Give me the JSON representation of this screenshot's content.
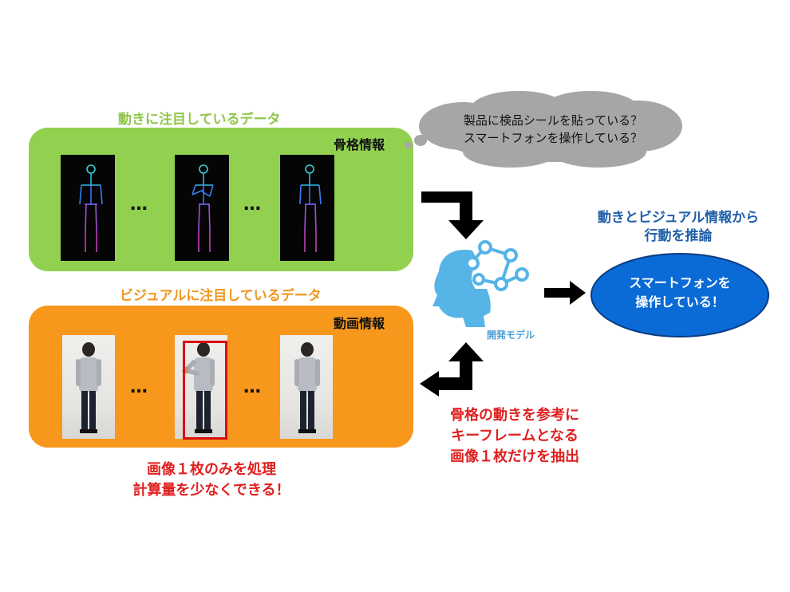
{
  "skeleton_section": {
    "title": "動きに注目しているデータ",
    "panel_label": "骨格情報",
    "ellipsis": "…"
  },
  "visual_section": {
    "title": "ビジュアルに注目しているデータ",
    "panel_label": "動画情報",
    "ellipsis": "…"
  },
  "thought_bubble": {
    "line1": "製品に検品シールを貼っている？",
    "line2": "スマートフォンを操作している？"
  },
  "model": {
    "label": "開発モデル"
  },
  "inference": {
    "line1": "動きとビジュアル情報から",
    "line2": "行動を推論"
  },
  "result": {
    "line1": "スマートフォンを",
    "line2": "操作している！"
  },
  "keyframe_note": {
    "line1": "骨格の動きを参考に",
    "line2": "キーフレームとなる",
    "line3": "画像１枚だけを抽出"
  },
  "compute_note": {
    "line1": "画像１枚のみを処理",
    "line2": "計算量を少なくできる！"
  },
  "colors": {
    "green_panel": "#92d050",
    "orange_panel": "#f7981d",
    "ai_blue": "#4a9fd5",
    "result_blue": "#0a6ad6",
    "note_red": "#e02020",
    "title_blue": "#1f5fa8"
  }
}
